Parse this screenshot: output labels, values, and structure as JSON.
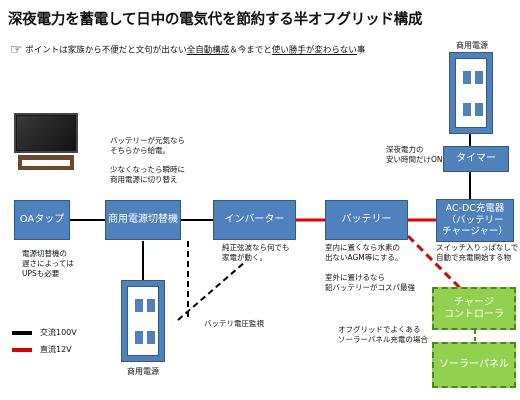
{
  "title": "深夜電力を蓄電して日中の電気代を節約する半オフグリッド構成",
  "point": {
    "prefix": "ポイントは家族から不便だと文句が出ない",
    "highlight1": "全自動構成",
    "middle": "＆今までと",
    "highlight2": "使い勝手が変わらない",
    "suffix": "事"
  },
  "boxes": {
    "oa_tap": "OAタップ",
    "switcher": "商用電源切替機",
    "inverter": "インバーター",
    "battery": "バッテリー",
    "acdc_line1": "AC-DC充電器",
    "acdc_line2": "（バッテリー",
    "acdc_line3": "チャージャー）",
    "timer": "タイマー",
    "charge_line1": "チャージ",
    "charge_line2": "コントローラ",
    "solar": "ソーラーパネル"
  },
  "outlets": {
    "top_label": "商用電源",
    "bottom_label": "商用電源"
  },
  "notes": {
    "switcher_note": "バッテリーが元気なら\nそちらから給電。\n\n少なくなったら瞬時に\n商用電源に切り替え",
    "oa_note": "電源切替機の\n遅さによっては\nUPSも必要",
    "inverter_note": "純正弦波なら何でも\n家電が動く。",
    "battery_note": "室内に置くなら水素の\n出ないAGM等にする。",
    "battery_note2": "室外に置けるなら\n鉛バッテリーがコスパ最強",
    "timer_note": "深夜電力の\n安い時間だけON",
    "acdc_note": "スイッチ入りっぱなしで\n自動で充電開始する物",
    "monitor_note": "バッテリ電圧監視",
    "solar_note": "オフグリッドでよくある\nソーラーパネル充電の場合"
  },
  "legend": {
    "ac_label": "交流100V",
    "dc_label": "直流12V",
    "ac_color": "#000000",
    "dc_color": "#e00000"
  },
  "icons": {
    "pointer": "pointing-hand-icon",
    "tv": "tv-icon",
    "outlet": "wall-outlet-icon"
  }
}
